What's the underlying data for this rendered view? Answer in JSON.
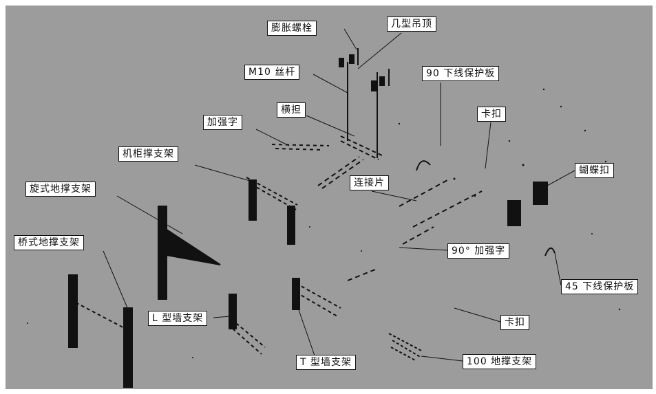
{
  "figure": {
    "colors": {
      "background": "#9c9c9c",
      "ink": "#111111",
      "label_bg": "#ffffff"
    },
    "labels": {
      "expansion_bolt": "膨胀螺栓",
      "ji_ceiling": "几型吊顶",
      "m10_rod": "M10 丝杆",
      "crossarm": "横担",
      "down_guard_90": "90 下线保护板",
      "stiffener": "加强字",
      "clip_top": "卡扣",
      "cabinet_bracket": "机柜撑支架",
      "butterfly_clip": "蝴蝶扣",
      "connector": "连接片",
      "rotary_floor_bracket": "旋式地撑支架",
      "bridge_floor_bracket": "桥式地撑支架",
      "stiffener_90": "90° 加强字",
      "down_guard_45": "45 下线保护板",
      "l_wall_bracket": "L 型墙支架",
      "clip_bottom": "卡扣",
      "t_wall_bracket": "T 型墙支架",
      "floor_bracket_100": "100 地撑支架"
    }
  }
}
